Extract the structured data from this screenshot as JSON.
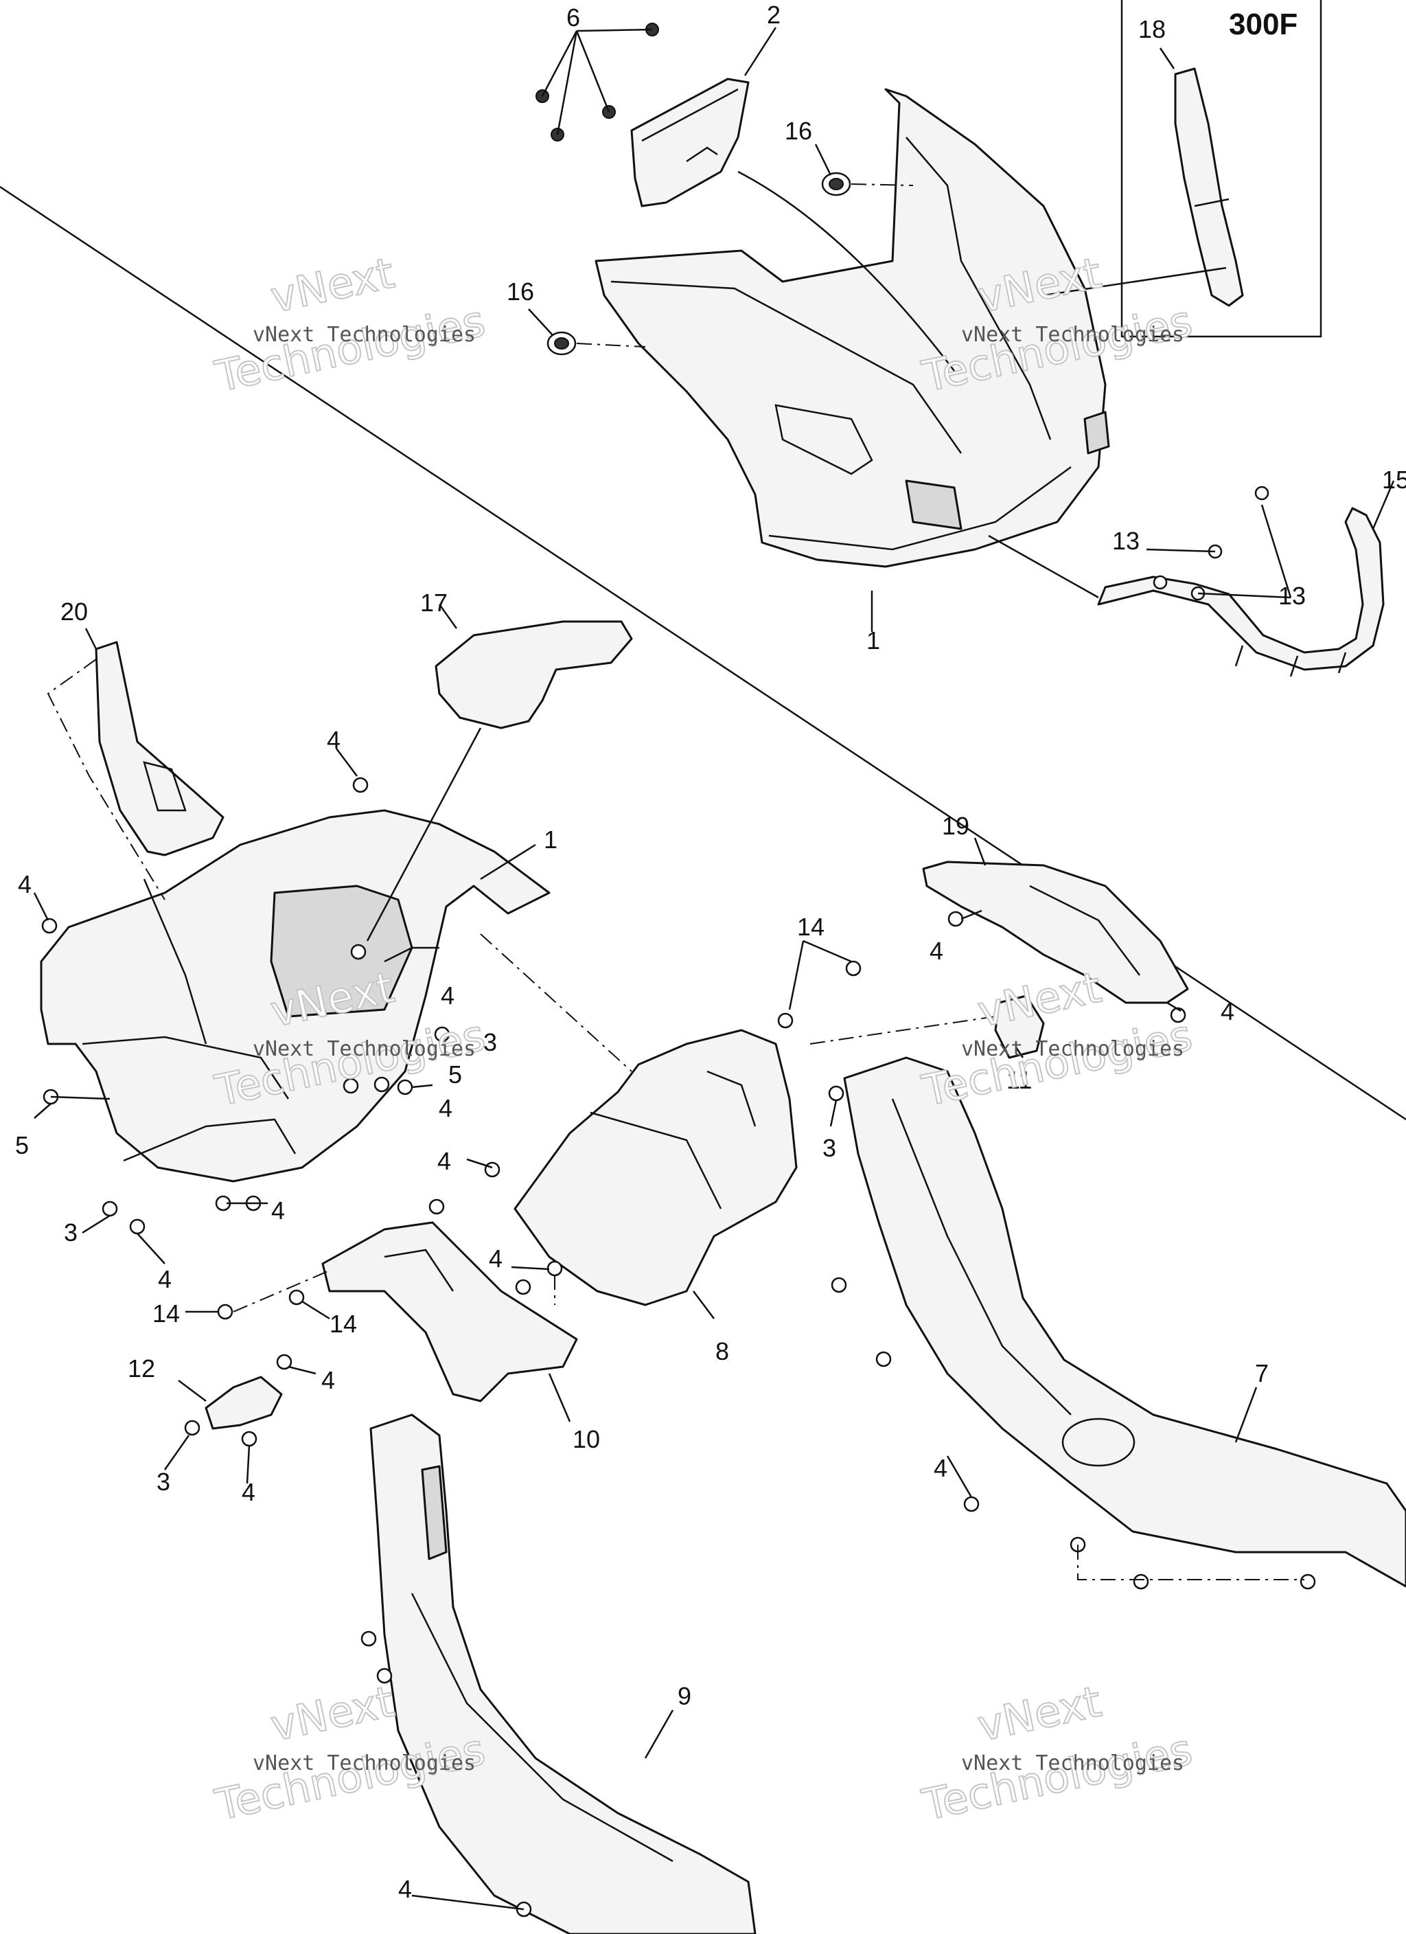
{
  "model_label": "300F",
  "watermark": {
    "small": "vNext Technologies",
    "big_line1": "vNext",
    "big_line2": "Technologies"
  },
  "callouts": [
    {
      "id": "c6",
      "label": "6"
    },
    {
      "id": "c2",
      "label": "2"
    },
    {
      "id": "c16a",
      "label": "16"
    },
    {
      "id": "c16b",
      "label": "16"
    },
    {
      "id": "c18",
      "label": "18"
    },
    {
      "id": "c15",
      "label": "15"
    },
    {
      "id": "c13a",
      "label": "13"
    },
    {
      "id": "c13b",
      "label": "13"
    },
    {
      "id": "c1a",
      "label": "1"
    },
    {
      "id": "c20",
      "label": "20"
    },
    {
      "id": "c17",
      "label": "17"
    },
    {
      "id": "c4a",
      "label": "4"
    },
    {
      "id": "c1b",
      "label": "1"
    },
    {
      "id": "c4b",
      "label": "4"
    },
    {
      "id": "c4c",
      "label": "4"
    },
    {
      "id": "c3a",
      "label": "3"
    },
    {
      "id": "c5a",
      "label": "5"
    },
    {
      "id": "c4d",
      "label": "4"
    },
    {
      "id": "c5b",
      "label": "5"
    },
    {
      "id": "c4e",
      "label": "4"
    },
    {
      "id": "c3b",
      "label": "3"
    },
    {
      "id": "c4f",
      "label": "4"
    },
    {
      "id": "c19",
      "label": "19"
    },
    {
      "id": "c14a",
      "label": "14"
    },
    {
      "id": "c4g",
      "label": "4"
    },
    {
      "id": "c4h",
      "label": "4"
    },
    {
      "id": "c11",
      "label": "11"
    },
    {
      "id": "c3c",
      "label": "3"
    },
    {
      "id": "c4i",
      "label": "4"
    },
    {
      "id": "c4j",
      "label": "4"
    },
    {
      "id": "c14b",
      "label": "14"
    },
    {
      "id": "c14c",
      "label": "14"
    },
    {
      "id": "c8",
      "label": "8"
    },
    {
      "id": "c12",
      "label": "12"
    },
    {
      "id": "c4k",
      "label": "4"
    },
    {
      "id": "c10",
      "label": "10"
    },
    {
      "id": "c3d",
      "label": "3"
    },
    {
      "id": "c4l",
      "label": "4"
    },
    {
      "id": "c7",
      "label": "7"
    },
    {
      "id": "c4m",
      "label": "4"
    },
    {
      "id": "c9",
      "label": "9"
    },
    {
      "id": "c4n",
      "label": "4"
    }
  ]
}
